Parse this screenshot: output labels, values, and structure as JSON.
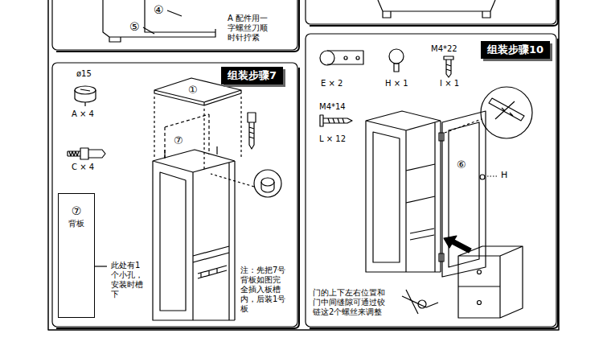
{
  "diagram": {
    "nodes": [
      {
        "text": [
          "组装步骤7"
        ]
      },
      {
        "text": [
          "⑦",
          "背板"
        ]
      },
      {
        "text": [
          "组装步骤10"
        ]
      }
    ],
    "labels": [
      "④",
      "⑤",
      "A 配件用一字螺丝刀顺时针拧紧",
      "ø15",
      "A × 4",
      "C × 4",
      "此处有1个小孔，安装时槽下",
      "①",
      "⑦",
      "注：先把7号背板如图完全插入板槽内，后装1号板",
      "E × 2",
      "H × 1",
      "M4*22",
      "I × 1",
      "M4*14",
      "L × 12",
      "⑥",
      "H",
      "门的上下左右位置和门中间缝隙可通过铰链这2个螺丝来调整"
    ]
  }
}
